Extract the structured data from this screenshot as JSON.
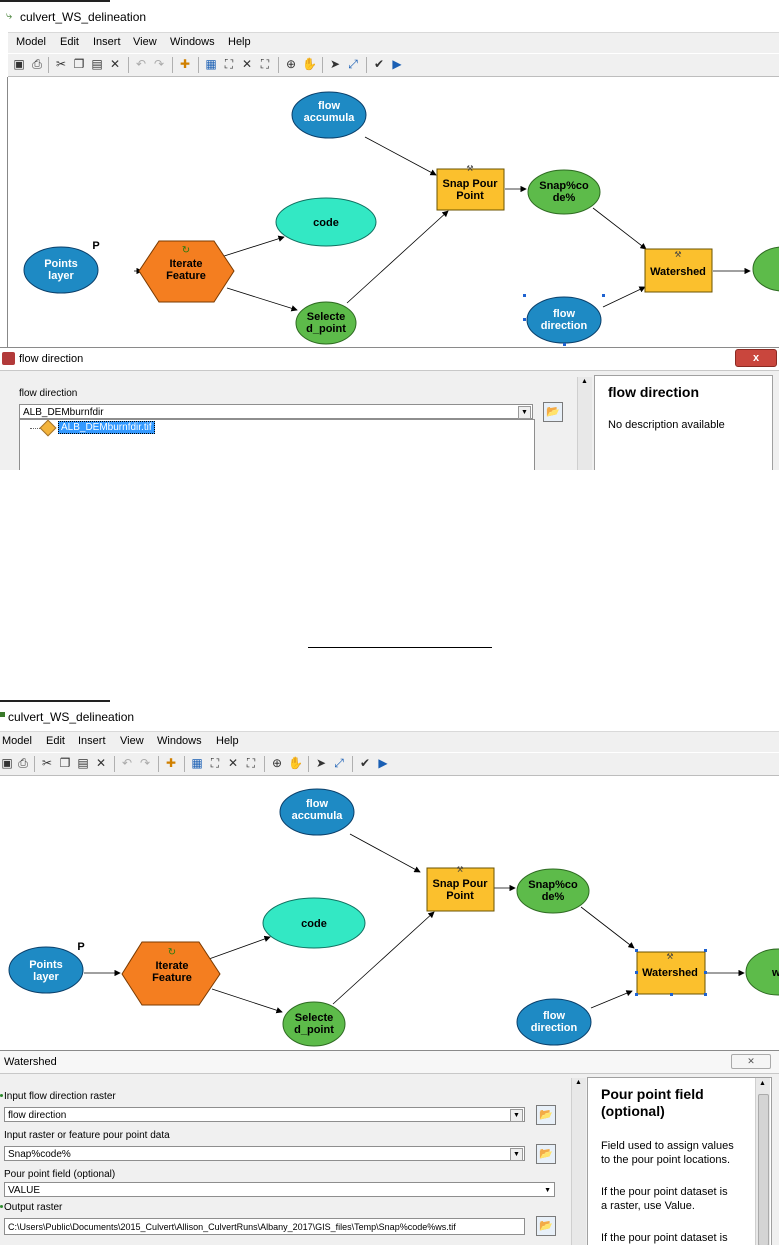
{
  "top": {
    "window_title": "culvert_WS_delineation",
    "menu": [
      "Model",
      "Edit",
      "Insert",
      "View",
      "Windows",
      "Help"
    ],
    "nodes": {
      "flow_accum": [
        "flow",
        "accumula"
      ],
      "snap_pour": [
        "Snap Pour",
        "Point"
      ],
      "snap_code": [
        "Snap%co",
        "de%"
      ],
      "code": "code",
      "points_layer": [
        "Points",
        "layer"
      ],
      "p_label": "P",
      "iterate": [
        "Iterate",
        "Feature"
      ],
      "watershed": "Watershed",
      "selected_point": [
        "Selecte",
        "d_point"
      ],
      "flow_direction": [
        "flow",
        "direction"
      ]
    },
    "dialog": {
      "title": "flow direction",
      "close": "x",
      "label": "flow direction",
      "combo_value": "ALB_DEMburnfdir",
      "list_item": "ALB_DEMburnfdir.tif",
      "help_title": "flow direction",
      "help_text": "No description available"
    }
  },
  "bottom": {
    "window_title": "culvert_WS_delineation",
    "menu": [
      "Model",
      "Edit",
      "Insert",
      "View",
      "Windows",
      "Help"
    ],
    "nodes": {
      "flow_accum": [
        "flow",
        "accumula"
      ],
      "snap_pour": [
        "Snap Pour",
        "Point"
      ],
      "snap_code": [
        "Snap%co",
        "de%"
      ],
      "code": "code",
      "points_layer": [
        "Points",
        "layer"
      ],
      "p_label": "P",
      "iterate": [
        "Iterate",
        "Feature"
      ],
      "watershed": "Watershed",
      "selected_point": [
        "Selecte",
        "d_point"
      ],
      "flow_direction": [
        "flow",
        "direction"
      ],
      "partial": "w"
    },
    "dialog": {
      "title": "Watershed",
      "input_flow_label": "Input flow direction raster",
      "input_flow_value": "flow direction",
      "pour_data_label": "Input raster or feature pour point data",
      "pour_data_value": "Snap%code%",
      "pour_field_label": "Pour point field (optional)",
      "pour_field_value": "VALUE",
      "output_label": "Output raster",
      "output_value": "C:\\Users\\Public\\Documents\\2015_Culvert\\Allison_CulvertRuns\\Albany_2017\\GIS_files\\Temp\\Snap%code%ws.tif",
      "help_title": [
        "Pour point field",
        "(optional)"
      ],
      "help_p1": [
        "Field used to assign values",
        "to the pour point locations."
      ],
      "help_p2": [
        "If the pour point dataset is",
        "a raster, use Value."
      ],
      "help_p3": "If the pour point dataset is"
    }
  }
}
